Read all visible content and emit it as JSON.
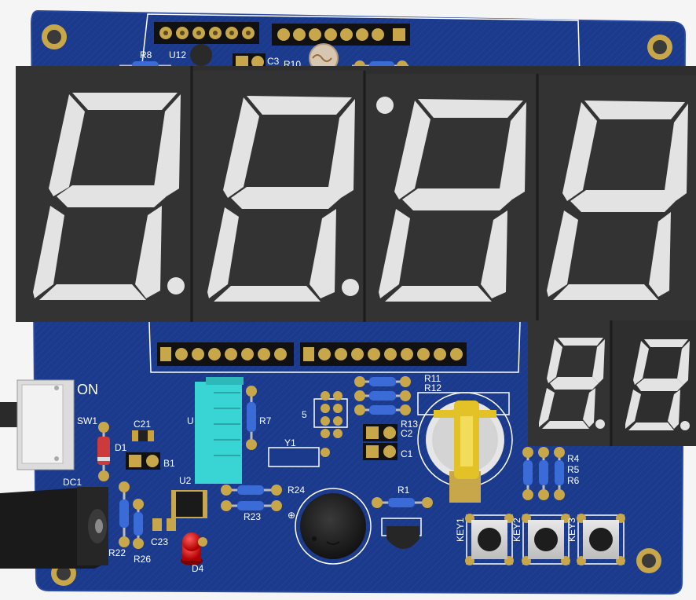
{
  "labels": {
    "r8": "R8",
    "u12": "U12",
    "c3": "C3",
    "r10": "R10",
    "on": "ON",
    "sw1": "SW1",
    "c21": "C21",
    "d1": "D1",
    "b1": "B1",
    "dc1": "DC1",
    "u_left": "U",
    "u2": "U2",
    "r7": "R7",
    "y1": "Y1",
    "r24": "R24",
    "r23": "R23",
    "r22": "R22",
    "r26": "R26",
    "c23": "C23",
    "d4": "D4",
    "r11": "R11",
    "r12": "R12",
    "r13": "R13",
    "c2": "C2",
    "c1": "C1",
    "r1": "R1",
    "r4": "R4",
    "r5": "R5",
    "r6": "R6",
    "key1": "KEY1",
    "key2": "KEY2",
    "key3": "KEY3",
    "ic5": "5"
  },
  "colors": {
    "board": "#1b3a8c",
    "board_edge": "#2a4aa0",
    "display_body": "#2e2e2e",
    "segment_on": "#e3e3e3",
    "segment_off": "#393939",
    "gold": "#c8a64a",
    "buzzer": "#222222",
    "header_cyan": "#39d4d4",
    "led_red": "#d41a1a",
    "battery_gold": "#e2c226"
  },
  "icons": {
    "buzzer": "buzzer-icon",
    "led": "led-icon",
    "battery": "battery-holder-icon",
    "power_jack": "power-jack-icon",
    "switch": "slide-switch-icon",
    "key": "push-button-icon"
  }
}
